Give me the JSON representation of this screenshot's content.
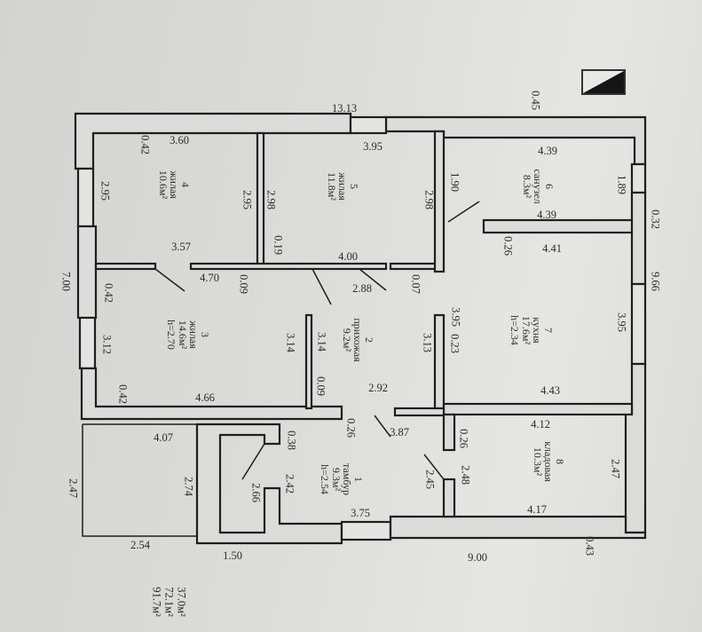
{
  "rooms": [
    {
      "number": "1",
      "name": "тамбур",
      "area": "9.3м²",
      "height": "h=2.54"
    },
    {
      "number": "2",
      "name": "прихожая",
      "area": "9.2м²"
    },
    {
      "number": "3",
      "name": "жилая",
      "area": "14.6м²",
      "height": "h=2.70"
    },
    {
      "number": "4",
      "name": "жилая",
      "area": "10.6м²"
    },
    {
      "number": "5",
      "name": "жилая",
      "area": "11.8м²"
    },
    {
      "number": "6",
      "name": "санузел",
      "area": "8.3м²"
    },
    {
      "number": "7",
      "name": "кухня",
      "area": "17.6м²",
      "height": "h=2.34"
    },
    {
      "number": "8",
      "name": "кладовая",
      "area": "10.3м²"
    }
  ],
  "dimensions": [
    "13.13",
    "0.45",
    "3.60",
    "0.42",
    "3.95",
    "4.39",
    "1.90",
    "1.89",
    "2.95",
    "2.95",
    "2.98",
    "2.98",
    "4.39",
    "0.32",
    "0.26",
    "4.41",
    "3.57",
    "0.19",
    "4.00",
    "7.00",
    "4.70",
    "0.09",
    "2.88",
    "0.07",
    "9.66",
    "0.42",
    "3.12",
    "3.14",
    "3.14",
    "3.13",
    "3.95",
    "0.23",
    "3.95",
    "0.42",
    "4.66",
    "0.09",
    "2.92",
    "4.43",
    "0.26",
    "3.87",
    "4.12",
    "0.26",
    "4.07",
    "0.38",
    "2.47",
    "2.74",
    "2.66",
    "2.42",
    "2.45",
    "2.48",
    "2.47",
    "3.75",
    "4.17",
    "2.54",
    "1.50",
    "9.00",
    "0.43"
  ],
  "totals": [
    "37.0м²",
    "72.1м²",
    "91.7м²"
  ],
  "colors": {
    "wall_stroke": "#1e1e1e",
    "wall_fill": "#dcdcda",
    "background": "#d8d8d6"
  }
}
